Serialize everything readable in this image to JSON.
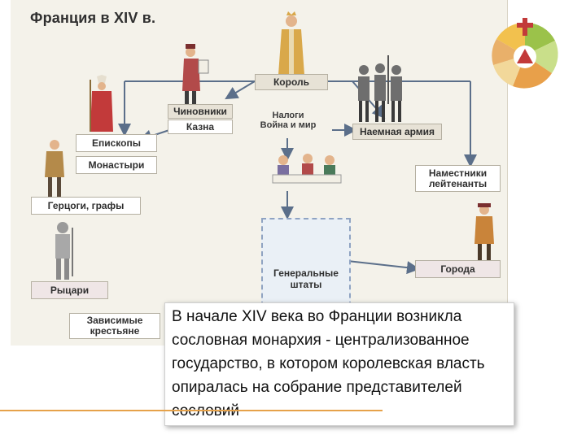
{
  "diagram": {
    "title": "Франция в XIV в.",
    "nodes": {
      "king": "Король",
      "officials": "Чиновники",
      "treasury": "Казна",
      "taxes": "Налоги\nВойна и мир",
      "army": "Наемная армия",
      "bishops": "Епископы",
      "monasteries": "Монастыри",
      "dukes": "Герцоги, графы",
      "knights": "Рыцари",
      "peasants": "Зависимые\nкрестьяне",
      "governors": "Наместники\nлейтенанты",
      "cities": "Города",
      "estates_general": "Генеральные\nштаты"
    }
  },
  "caption": {
    "text": "В начале XIV века во Франции возникла сословная монархия - централизованное государство, в котором королевская власть опиралась на собрание представителей сословий"
  },
  "colors": {
    "arrow": "#5b6f8a",
    "accent": "#e6a24a",
    "dashed_border": "#8fa3c2"
  }
}
